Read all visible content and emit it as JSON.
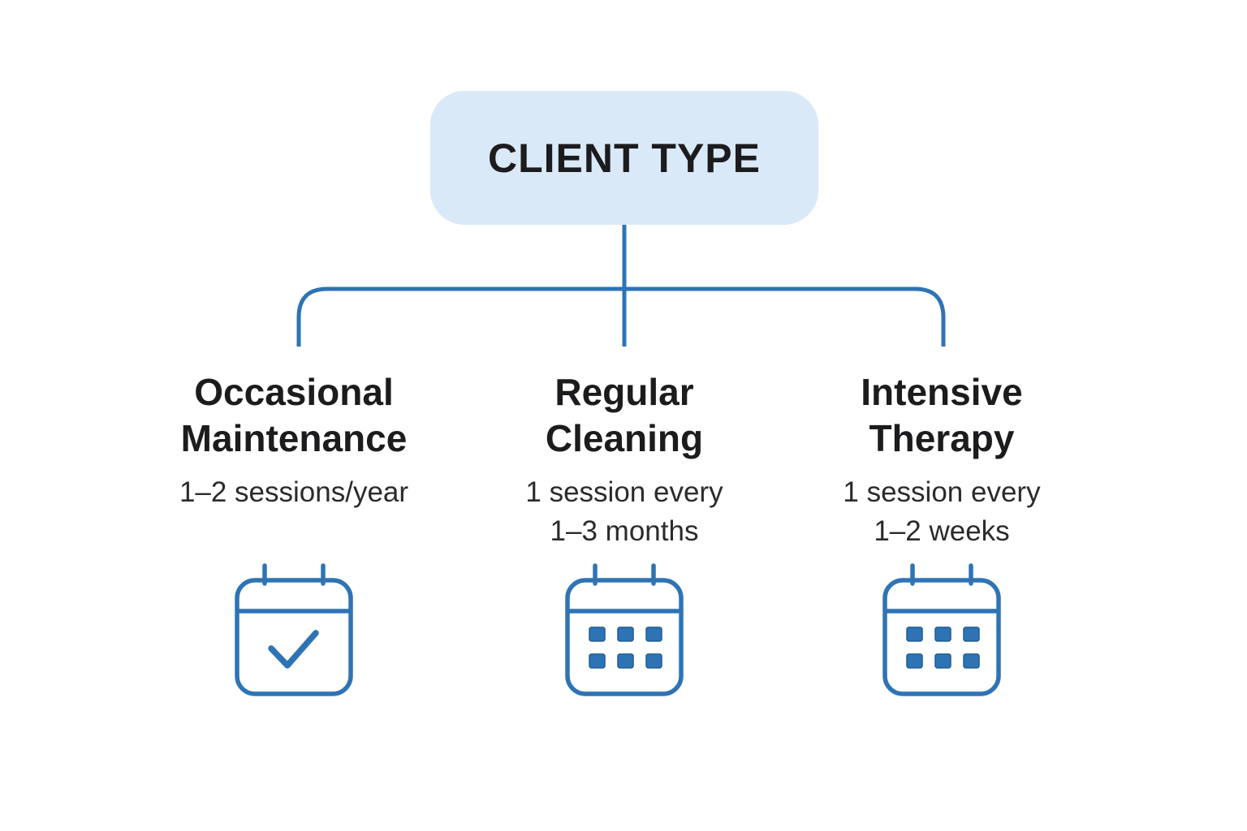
{
  "colors": {
    "background": "#FFFFFF",
    "accent_blue": "#2E74B5",
    "box_fill": "#DAE9F7",
    "heading_text": "#1C1C1E",
    "subtext": "#2B2B2D",
    "square_border": "#1F5C94"
  },
  "root": {
    "title": "CLIENT TYPE"
  },
  "branches": [
    {
      "title_lines": [
        "Occasional",
        "Maintenance"
      ],
      "frequency_lines": [
        "1–2 sessions/year",
        ""
      ],
      "icon": "calendar-check-icon"
    },
    {
      "title_lines": [
        "Regular",
        "Cleaning"
      ],
      "frequency_lines": [
        "1 session every",
        "1–3 months"
      ],
      "icon": "calendar-grid-icon"
    },
    {
      "title_lines": [
        "Intensive",
        "Therapy"
      ],
      "frequency_lines": [
        "1 session every",
        "1–2 weeks"
      ],
      "icon": "calendar-grid-icon"
    }
  ]
}
